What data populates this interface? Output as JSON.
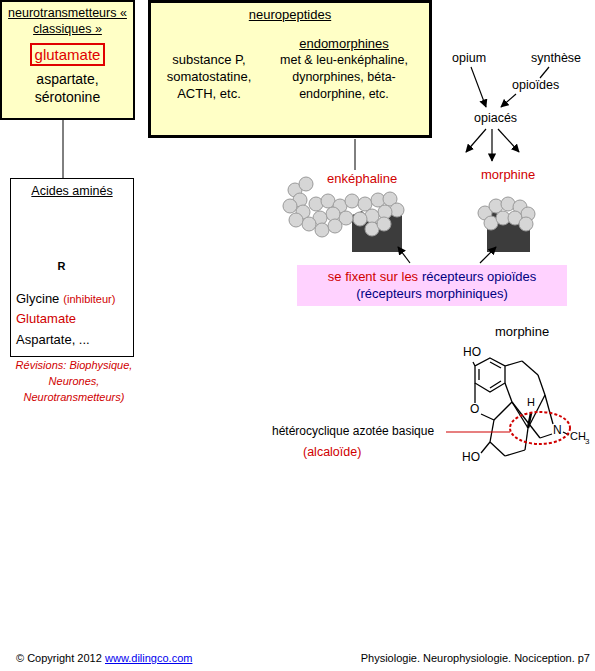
{
  "diagram": {
    "nodes": [
      {
        "text": [
          "neurotransmetteurs « classiques »",
          "aspartate, sérotonine"
        ]
      },
      {
        "text": [
          "glutamate"
        ],
        "in": 0
      },
      {
        "text": [
          "neuropeptides",
          "substance P, somatostatine, ACTH, etc.",
          "endomorphines",
          "met & leu-enképhaline, dynorphines, béta-endorphine, etc."
        ]
      },
      {
        "text": [
          "Acides aminés",
          "R",
          "Glycine",
          "(inhibiteur)",
          "Glutamate",
          "Aspartate, ..."
        ]
      },
      {
        "text": [
          "se fixent sur les",
          "récepteurs opioïdes",
          "(récepteurs morphiniques)"
        ]
      }
    ],
    "edges": [
      {
        "from": 0,
        "to": 3,
        "arrow": "none"
      }
    ],
    "labels": [
      "opium",
      "synthèse",
      "opioïdes",
      "opiacés",
      "enképhaline",
      "morphine",
      "morphine",
      "HO",
      "O",
      "H",
      "N",
      "CH",
      "3",
      "hétérocyclique azotée basique",
      "(alcaloïde)",
      "HO",
      "Révisions: Biophysique, Neurones, Neurotransmetteurs)",
      "© Copyright 2012",
      "www.dilingco.com",
      "Physiologie. Neurophysiologie. Nociception. p7"
    ]
  }
}
